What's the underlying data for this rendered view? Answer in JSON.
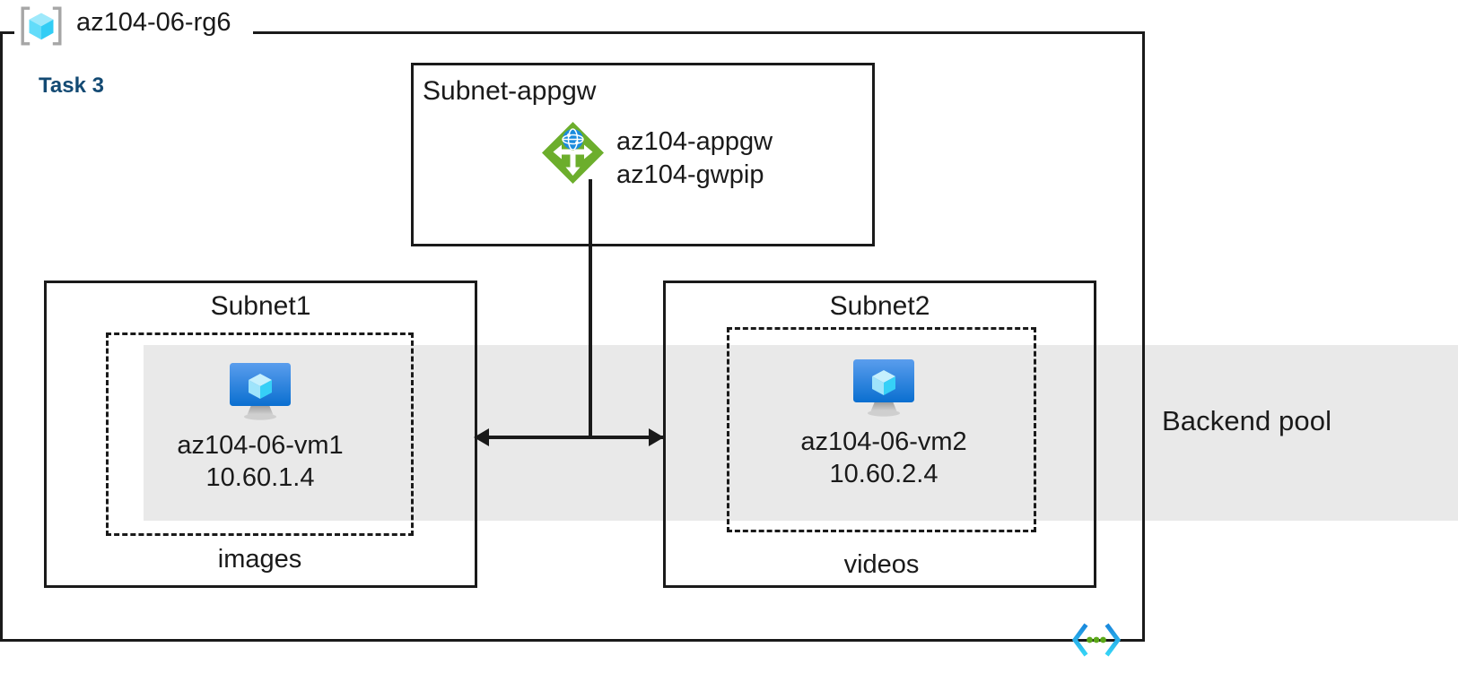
{
  "diagram": {
    "resource_group": {
      "name": "az104-06-rg6",
      "icon": "resource-group-icon"
    },
    "task_label": "Task 3",
    "backend_pool": {
      "label": "Backend pool",
      "band_color": "#e9e9e9"
    },
    "subnets": [
      {
        "id": "subnet-appgw",
        "title": "Subnet-appgw",
        "title_align": "left",
        "resources": [
          {
            "icon": "application-gateway-icon",
            "names": [
              "az104-appgw",
              "az104-gwpip"
            ]
          }
        ]
      },
      {
        "id": "subnet1",
        "title": "Subnet1",
        "title_align": "center",
        "inner_caption": "images",
        "vm": {
          "icon": "virtual-machine-icon",
          "name": "az104-06-vm1",
          "ip": "10.60.1.4"
        }
      },
      {
        "id": "subnet2",
        "title": "Subnet2",
        "title_align": "center",
        "inner_caption": "videos",
        "vm": {
          "icon": "virtual-machine-icon",
          "name": "az104-06-vm2",
          "ip": "10.60.2.4"
        }
      }
    ],
    "connectors": [
      {
        "id": "appgw-to-subnets",
        "from": "az104-appgw",
        "to": [
          "Subnet1",
          "Subnet2"
        ],
        "style": "double-arrow"
      }
    ],
    "footer_icon": "code-chevron-icon",
    "colors": {
      "border": "#1a1a1a",
      "task_accent": "#134a73",
      "backend_band": "#e9e9e9",
      "appgw_green": "#6cae2c",
      "vm_blue": "#0a7bdb",
      "rg_cyan": "#57e0fb",
      "code_blue": "#1b8bdd",
      "code_green": "#5ba818"
    }
  }
}
